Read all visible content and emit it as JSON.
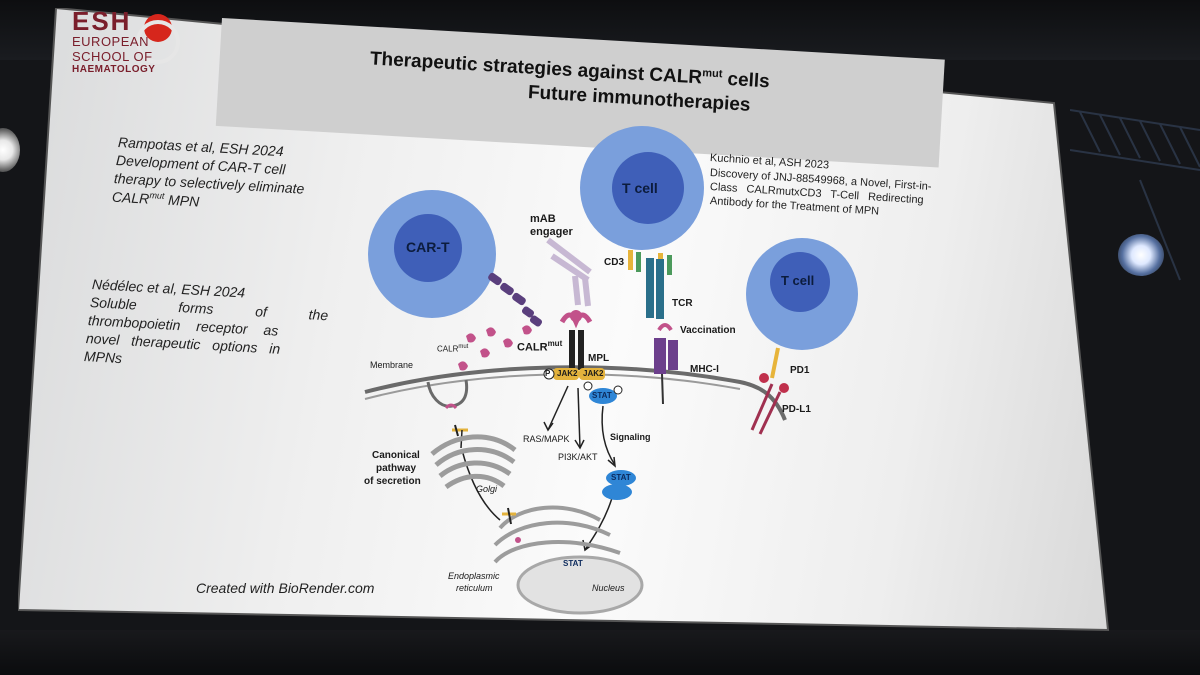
{
  "logo": {
    "line1": "ESH",
    "line2": "EUROPEAN",
    "line3": "SCHOOL OF",
    "line4": "HAEMATOLOGY"
  },
  "title": {
    "line1_prefix": "Therapeutic strategies against CALR",
    "line1_sup": "mut",
    "line1_suffix": " cells",
    "line2": "Future immunotherapies"
  },
  "refs_left": {
    "a": [
      "Rampotas et al, ESH 2024",
      "Development of CAR-T cell",
      "therapy to selectively eliminate",
      "CALR"
    ],
    "a_sup": "mut",
    "a_tail": " MPN",
    "b": [
      "Nédélec et al, ESH 2024",
      "Soluble forms of the",
      "thrombopoietin receptor as",
      "novel therapeutic options in",
      "MPNs"
    ]
  },
  "refs_right": [
    "Kuchnio et al, ASH 2023",
    "Discovery of JNJ-88549968, a Novel, First-in-",
    "Class CALRmutxCD3 T-Cell Redirecting",
    "Antibody for the Treatment of MPN"
  ],
  "diagram": {
    "car_t": "CAR-T",
    "t_cell_1": "T cell",
    "t_cell_2": "T cell",
    "mab": "mAB",
    "engager": "engager",
    "cd3": "CD3",
    "tcr": "TCR",
    "vaccination": "Vaccination",
    "mhc": "MHC-I",
    "pd1": "PD1",
    "pdl1": "PD-L1",
    "calr_small": "CALR",
    "calr_small_sup": "mut",
    "calr_big": "CALR",
    "calr_big_sup": "mut",
    "mpl": "MPL",
    "membrane": "Membrane",
    "jak": "JAK2",
    "p": "P",
    "stat": "STAT",
    "ras": "RAS/MAPK",
    "pi3k": "PI3K/AKT",
    "signaling": "Signaling",
    "canonical1": "Canonical",
    "canonical2": "pathway",
    "canonical3": "of secretion",
    "golgi": "Golgi",
    "er1": "Endoplasmic",
    "er2": "reticulum",
    "nucleus": "Nucleus"
  },
  "footer": "Created with BioRender.com",
  "colors": {
    "cell_outer": "#7a9fdc",
    "cell_inner": "#3f5fb8",
    "calr": "#c2528a",
    "stat": "#2f86d6",
    "jak": "#e3b23c",
    "title_bar": "#cfcfcf",
    "logo_red": "#d6261c",
    "logo_maroon": "#7a1e2b"
  }
}
